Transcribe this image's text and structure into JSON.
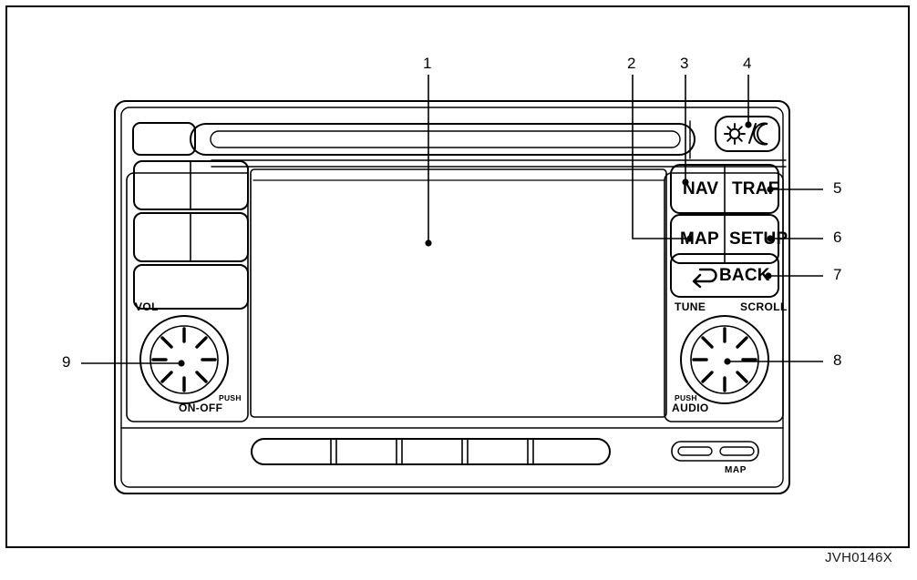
{
  "figure": {
    "id": "JVH0146X",
    "device": "navigation-head-unit-faceplate",
    "style": "line-art-technical-illustration"
  },
  "buttons": {
    "nav": "NAV",
    "traf": "TRAF",
    "map": "MAP",
    "setup": "SETUP",
    "back": "BACK",
    "back_icon": "back-arrow-icon",
    "display_icon": "sun-moon-icon"
  },
  "knobs": {
    "left": {
      "top_label": "VOL",
      "push_label": "PUSH",
      "function_label": "ON-OFF",
      "ticks": 8
    },
    "right": {
      "left_label": "TUNE",
      "right_label": "SCROLL",
      "push_label": "PUSH",
      "function_label": "AUDIO",
      "ticks": 8
    }
  },
  "bottom": {
    "preset_bar_segments": 5,
    "map_slot_label": "MAP"
  },
  "callouts": [
    {
      "num": "1",
      "target": "display-screen"
    },
    {
      "num": "2",
      "target": "map-button"
    },
    {
      "num": "3",
      "target": "nav-button"
    },
    {
      "num": "4",
      "target": "display-sun-moon-button"
    },
    {
      "num": "5",
      "target": "traf-button"
    },
    {
      "num": "6",
      "target": "setup-button"
    },
    {
      "num": "7",
      "target": "back-button"
    },
    {
      "num": "8",
      "target": "tune-scroll-knob"
    },
    {
      "num": "9",
      "target": "volume-knob"
    }
  ],
  "colors": {
    "line": "#000000",
    "background": "#ffffff"
  }
}
